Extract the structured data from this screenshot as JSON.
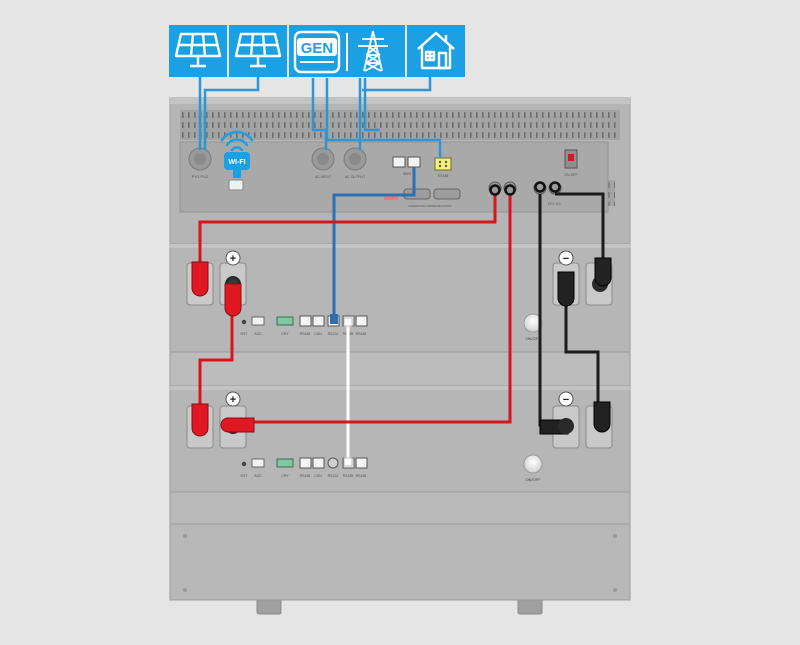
{
  "source_icons": [
    {
      "name": "solar-panel-icon"
    },
    {
      "name": "solar-panel-icon"
    },
    {
      "name": "generator-icon",
      "label": "GEN"
    },
    {
      "name": "grid-tower-icon"
    },
    {
      "name": "house-icon"
    }
  ],
  "inverter": {
    "wifi_label": "WI-FI",
    "port_labels": {
      "pv": "PV1 PV2",
      "gen_in": "AC INPUT",
      "ac_out": "AC OUTPUT",
      "bms": "BMS",
      "rs485_port": "RS485",
      "ecom": "RS232/CAN COMMUNICATION",
      "dc_in": "DC+  DC-",
      "switch": "ON  OFF"
    }
  },
  "battery_modules": [
    {
      "labels": {
        "pos": "+",
        "neg": "−",
        "rst": "RST",
        "add": "ADD",
        "dry": "DRY",
        "rs485": "RS485",
        "can": "CAN",
        "rs232": "RS232",
        "link1": "RS485",
        "link2": "RS485",
        "power": "ON/OFF"
      }
    },
    {
      "labels": {
        "pos": "+",
        "neg": "−",
        "rst": "RST",
        "add": "ADD",
        "dry": "DRY",
        "rs485": "RS485",
        "can": "CAN",
        "rs232": "RS232",
        "link1": "RS485",
        "link2": "RS485",
        "power": "ON/OFF"
      }
    }
  ],
  "colors": {
    "icon_blue": "#1aa0e3",
    "comm_blue": "#3b82c4",
    "positive_red": "#d9141f",
    "negative_black": "#1c1c1c",
    "link_white": "#ffffff",
    "cabinet_gray": "#b4b4b4",
    "background": "#e5e5e5"
  }
}
